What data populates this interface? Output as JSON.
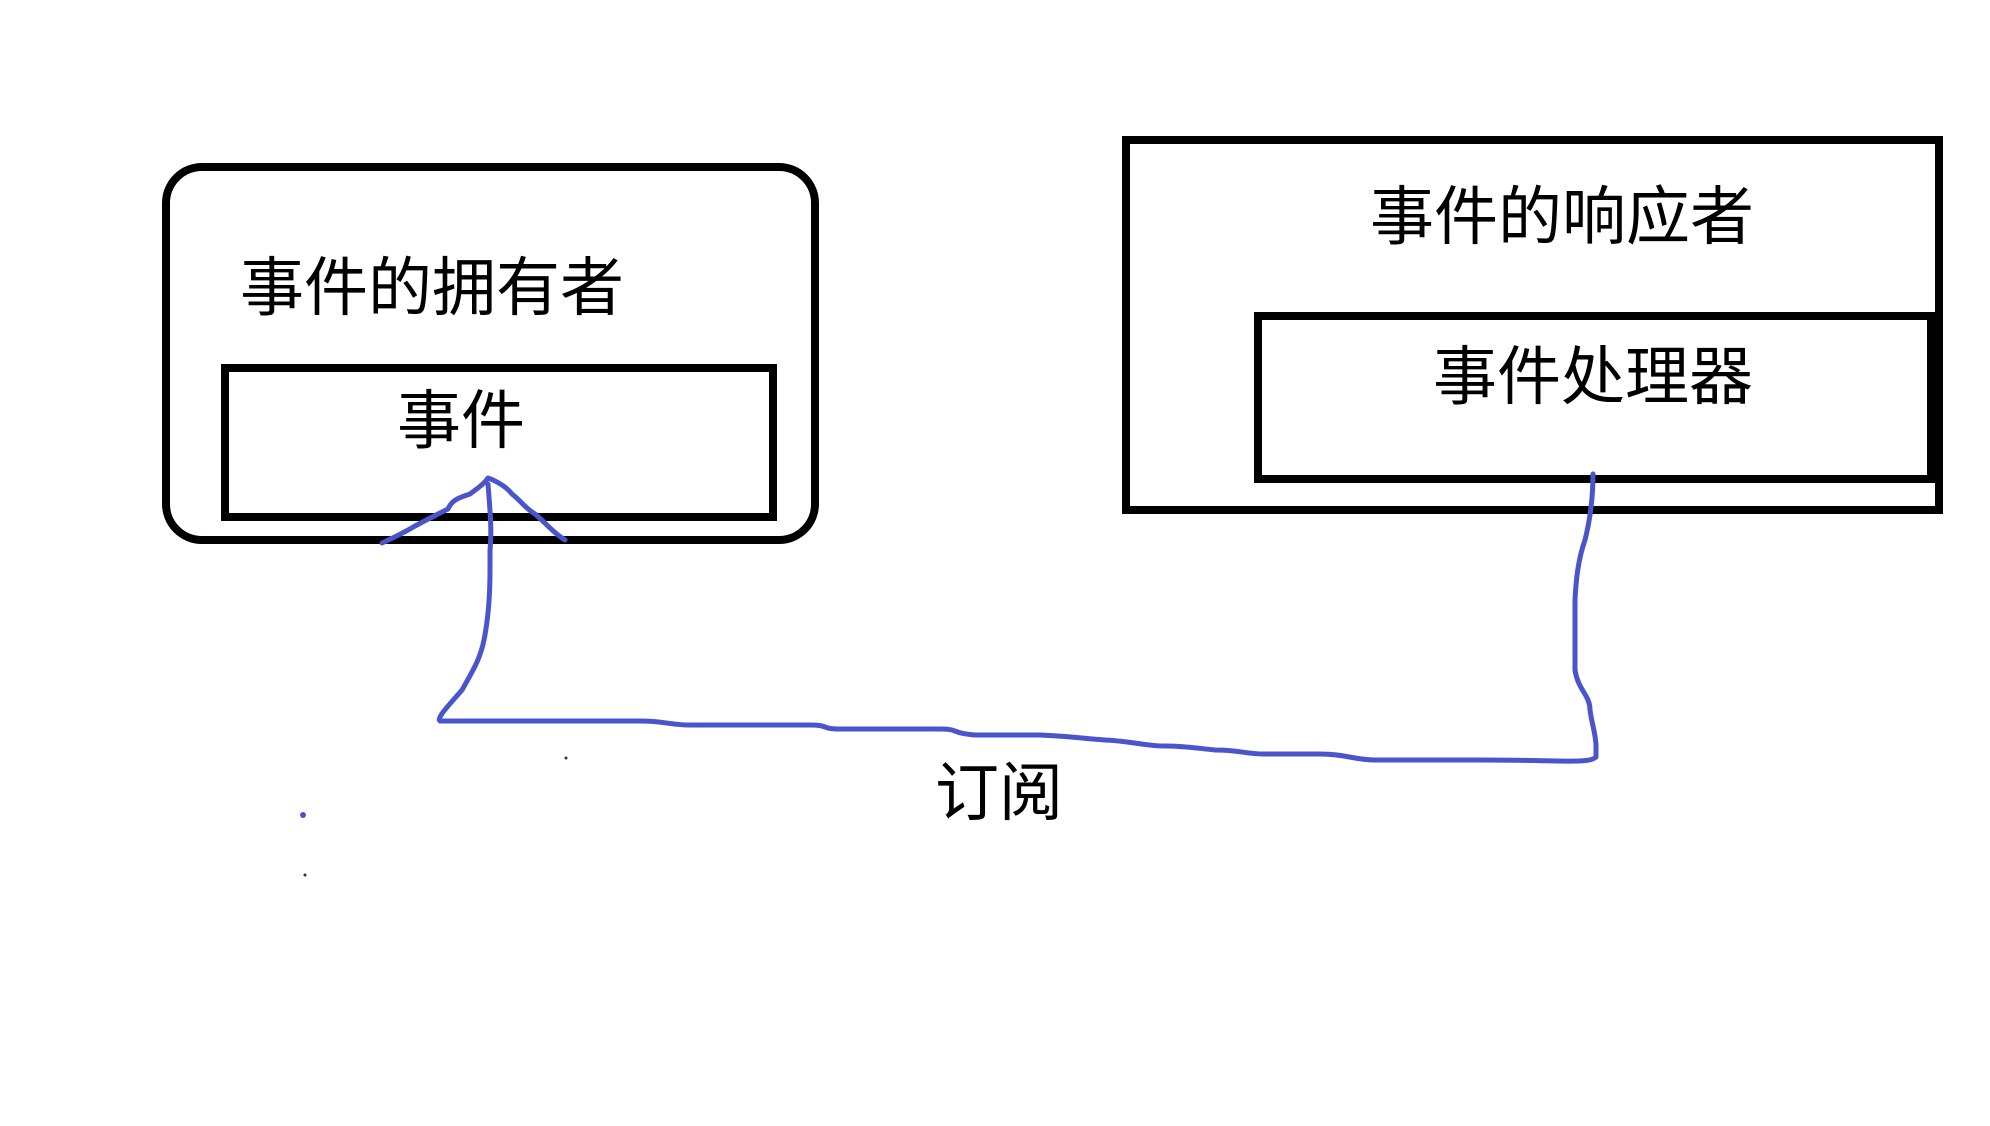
{
  "diagram": {
    "owner": {
      "label": "事件的拥有者"
    },
    "event": {
      "label": "事件"
    },
    "responder": {
      "label": "事件的响应者"
    },
    "handler": {
      "label": "事件处理器"
    },
    "subscribe": {
      "label": "订阅"
    }
  },
  "colors": {
    "box_border": "#000000",
    "link_stroke": "#4a55cc",
    "text": "#000000"
  }
}
